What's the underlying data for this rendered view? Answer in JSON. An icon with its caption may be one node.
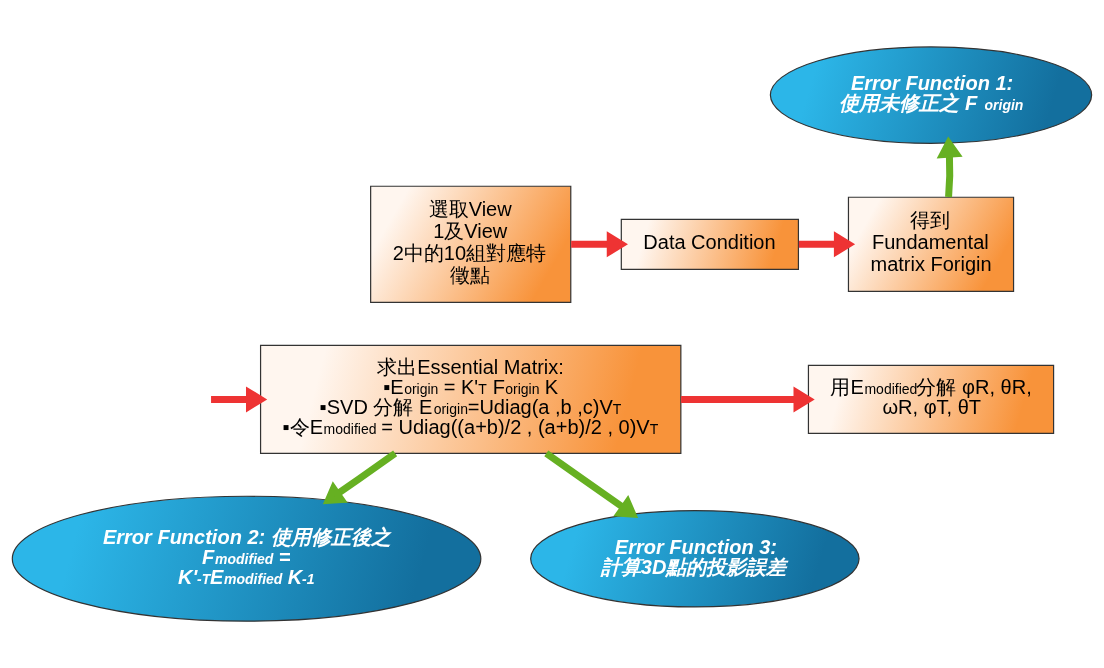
{
  "diagram": {
    "nodes": [
      {
        "text": [
          "選取View 1及View 2中的10組對應特徵點"
        ]
      },
      {
        "text": [
          "Data Condition"
        ]
      },
      {
        "text": [
          "得到",
          "Fundamental matrix Forigin"
        ]
      },
      {
        "text": [
          "Error Function 1: 使用未修正之 F $_{origin}$"
        ]
      },
      {
        "text": [
          "求出Essential Matrix:",
          "▪E$_{origin}$ = K'$^{T}$ F$_{origin}$ K",
          "▪SVD 分解 E$_{origin}$=Udiag(a ,b ,c)V$^{T}$",
          "▪令E$_{modified}$ = Udiag((a+b)/2 , (a+b)/2 , 0)V$^{T}$"
        ]
      },
      {
        "text": [
          "用E$_{modified}$分解 φR, θR, ωR, φT, θT"
        ]
      },
      {
        "text": [
          "Error Function 2: 使用修正後之 F$_{modified}$ = K'$^{-T}$E$_{modified}$ K$^{-1}$"
        ]
      },
      {
        "text": [
          "Error Function 3: 計算3D點的投影誤差"
        ]
      }
    ],
    "edges": [
      {
        "from": 0,
        "to": 1,
        "arrow": "to"
      },
      {
        "from": 1,
        "to": 2,
        "arrow": "to"
      },
      {
        "from": 2,
        "to": 3,
        "arrow": "to",
        "color": "#66b022"
      },
      {
        "from": null,
        "to": 4,
        "arrow": "to"
      },
      {
        "from": 4,
        "to": 5,
        "arrow": "to"
      },
      {
        "from": 4,
        "to": 6,
        "arrow": "to",
        "color": "#66b022"
      },
      {
        "from": 4,
        "to": 7,
        "arrow": "to",
        "color": "#66b022"
      }
    ]
  }
}
